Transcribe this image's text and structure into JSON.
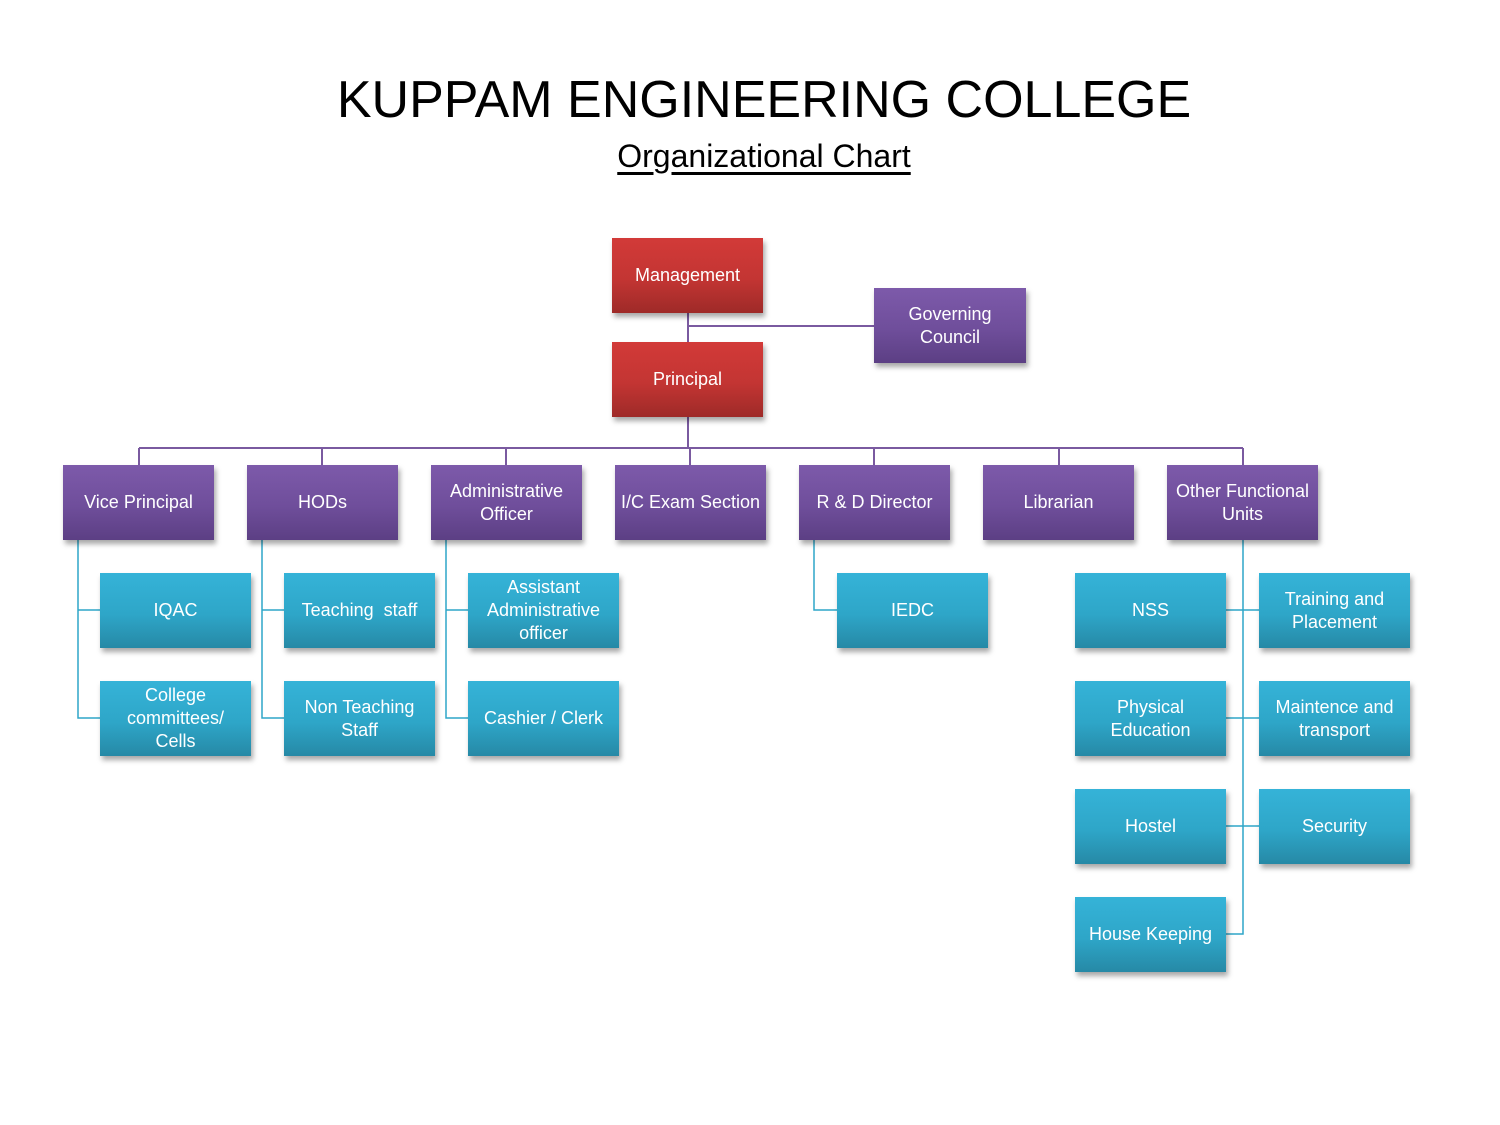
{
  "header": {
    "title": "KUPPAM ENGINEERING COLLEGE",
    "subtitle": "Organizational  Chart"
  },
  "colors": {
    "top_level": "#c33533",
    "second_level": "#6f4e9b",
    "third_level": "#2ea6c8",
    "purple_connector": "#7a5aa0",
    "blue_connector": "#2ea6c8"
  },
  "nodes": {
    "management": "Management",
    "governing_council": "Governing Council",
    "principal": "Principal",
    "vice_principal": "Vice Principal",
    "hods": "HODs",
    "administrative_officer": "Administrative Officer",
    "exam_section": "I/C Exam Section",
    "rd_director": "R & D Director",
    "librarian": "Librarian",
    "other_functional_units": "Other Functional Units",
    "iqac": "IQAC",
    "college_committees": "College committees/ Cells",
    "teaching_staff": "Teaching  staff",
    "non_teaching_staff": "Non Teaching Staff",
    "assistant_admin_officer": "Assistant Administrative officer",
    "cashier_clerk": "Cashier / Clerk",
    "iedc": "IEDC",
    "nss": "NSS",
    "training_placement": "Training and Placement",
    "physical_education": "Physical Education",
    "maintenance_transport": "Maintence and transport",
    "hostel": "Hostel",
    "security": "Security",
    "house_keeping": "House Keeping"
  }
}
